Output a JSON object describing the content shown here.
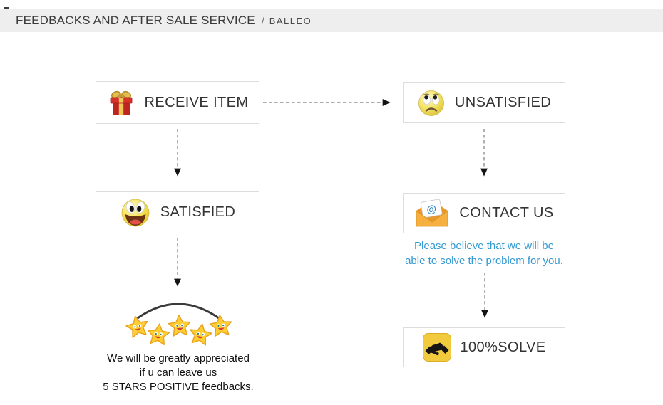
{
  "header": {
    "title": "FEEDBACKS AND AFTER SALE SERVICE",
    "separator": "/",
    "brand": "BALLEO"
  },
  "flow": {
    "nodes": [
      {
        "id": "receive-item",
        "label": "RECEIVE ITEM",
        "icon": "gift-icon"
      },
      {
        "id": "unsatisfied",
        "label": "UNSATISFIED",
        "icon": "sad-face-icon"
      },
      {
        "id": "satisfied",
        "label": "SATISFIED",
        "icon": "happy-face-icon"
      },
      {
        "id": "contact-us",
        "label": "CONTACT US",
        "icon": "email-icon"
      },
      {
        "id": "solve",
        "label": "100%SOLVE",
        "icon": "handshake-icon"
      }
    ],
    "connectors": [
      {
        "from": "receive-item",
        "to": "unsatisfied",
        "style": "dashed-arrow"
      },
      {
        "from": "receive-item",
        "to": "satisfied",
        "style": "dashed-arrow"
      },
      {
        "from": "unsatisfied",
        "to": "contact-us",
        "style": "dashed-arrow"
      },
      {
        "from": "satisfied",
        "to": "five-stars",
        "style": "dashed-arrow"
      },
      {
        "from": "contact-us",
        "to": "solve",
        "style": "dashed-arrow"
      }
    ],
    "contact_note": {
      "line1": "Please believe that we will be",
      "line2": "able to solve the problem for you."
    },
    "stars": {
      "count": 5,
      "icon": "smiling-star-icon"
    },
    "feedback_note": {
      "line1": "We will be greatly appreciated",
      "line2": "if u can leave us",
      "line3": "5 STARS POSITIVE feedbacks."
    }
  },
  "icons": {
    "email_at": "@"
  },
  "colors": {
    "header_bg": "#eeeeee",
    "box_border": "#dddddd",
    "box_text": "#333333",
    "note_blue": "#3599d2",
    "arrow_line": "#8f8f8f",
    "arrow_head": "#141414",
    "star_gold": "#ffce31",
    "solve_badge_bg": "#f2ca3d",
    "gift_red": "#c62828",
    "emoji_yellow": "#f5e465"
  }
}
